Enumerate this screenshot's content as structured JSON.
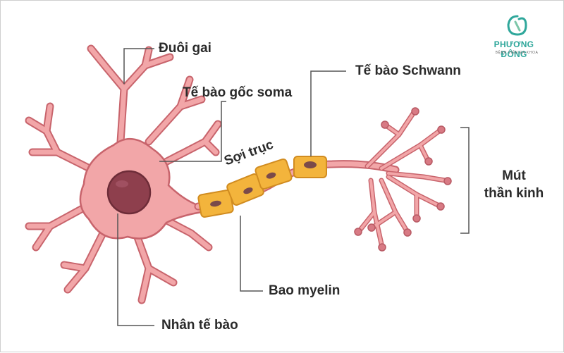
{
  "labels": {
    "duoi_gai": "Đuôi gai",
    "te_bao_goc_soma": "Tế bào gốc soma",
    "soi_truc": "Sợi trục",
    "te_bao_schwann": "Tế bào Schwann",
    "mut_than_kinh_line1": "Mút",
    "mut_than_kinh_line2": "thần kinh",
    "bao_myelin": "Bao myelin",
    "nhan_te_bao": "Nhân tế bào"
  },
  "logo": {
    "name": "PHƯƠNG ĐÔNG",
    "subtitle": "BỆNH VIỆN ĐA KHOA",
    "icon": "phuong-dong-logo-mark"
  },
  "colors": {
    "cell_fill": "#f2a6a8",
    "cell_stroke": "#c8646c",
    "nucleus": "#8e3f4d",
    "myelin": "#f3b43c",
    "myelin_stroke": "#d18c20",
    "schwann_nucleus": "#7a4a4a",
    "leader_line": "#555555",
    "logo_teal": "#2fa79b"
  }
}
